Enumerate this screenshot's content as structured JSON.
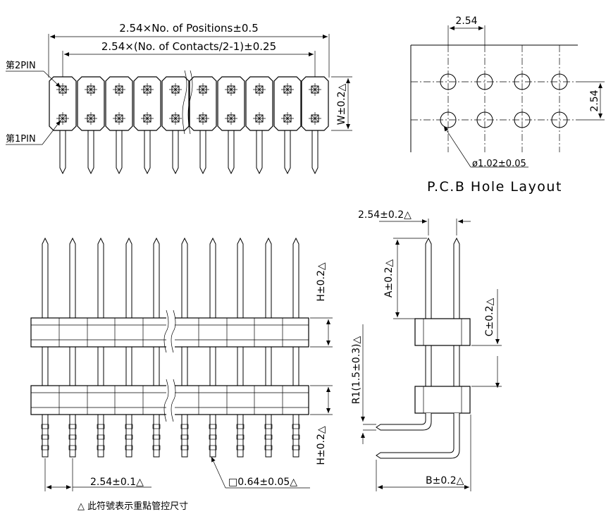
{
  "labels": {
    "positions_dim": "2.54×No. of Positions±0.5",
    "contacts_dim": "2.54×(No. of Contacts/2-1)±0.25",
    "pin2": "第2PIN",
    "pin1": "第1PIN",
    "w_dim": "W±0.2△",
    "pcb_pitch_top": "2.54",
    "pcb_pitch_side": "2.54",
    "hole_dim": "ø1.02±0.05",
    "pcb_title": "P.C.B Hole Layout",
    "h_top": "H±0.2△",
    "h_bottom": "H±0.2△",
    "pitch_bottom": "2.54±0.1△",
    "square_pin": "□0.64±0.05△",
    "side_pitch": "2.54±0.2△",
    "a_dim": "A±0.2△",
    "c_dim": "C±0.2△",
    "r_dim": "R1(1.5±0.3)△",
    "b_dim": "B±0.2△",
    "note": "△ 此符號表示重點管控尺寸"
  }
}
